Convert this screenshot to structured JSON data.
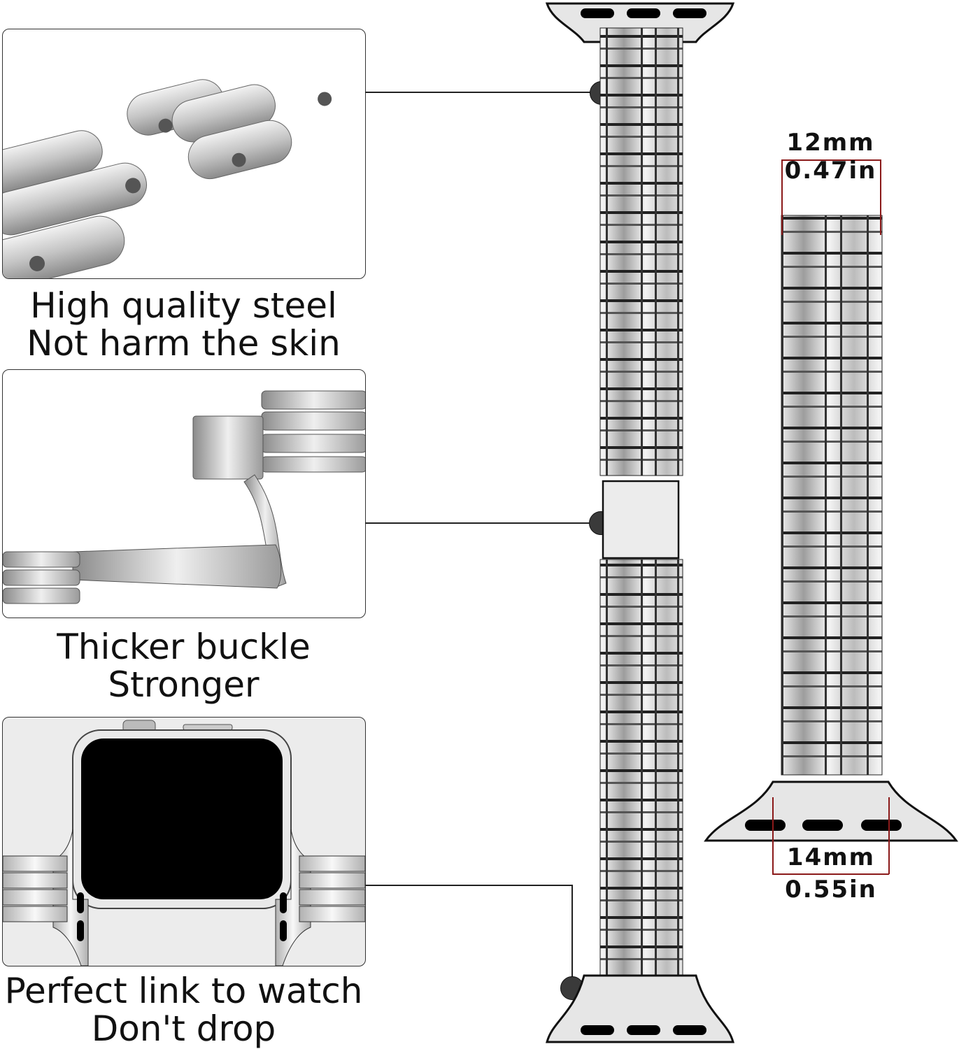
{
  "features": [
    {
      "id": "steel",
      "image": "steel-links-closeup",
      "caption_lines": [
        "High quality steel",
        "Not harm the skin"
      ]
    },
    {
      "id": "buckle",
      "image": "folding-clasp-buckle",
      "caption_lines": [
        "Thicker buckle",
        "Stronger"
      ]
    },
    {
      "id": "connector",
      "image": "watch-with-band-connector",
      "caption_lines": [
        "Perfect link to watch",
        "Don't drop"
      ]
    }
  ],
  "dimensions": {
    "band_width": {
      "mm": "12mm",
      "in": "0.47in"
    },
    "connector_width": {
      "mm": "14mm",
      "in": "0.55in"
    }
  },
  "colors": {
    "steel": "#c8c8c8",
    "outline": "#111111",
    "dot": "#3a3a3a",
    "dimension_line": "#8b1a1a",
    "panel_bg_3": "#ececec"
  }
}
